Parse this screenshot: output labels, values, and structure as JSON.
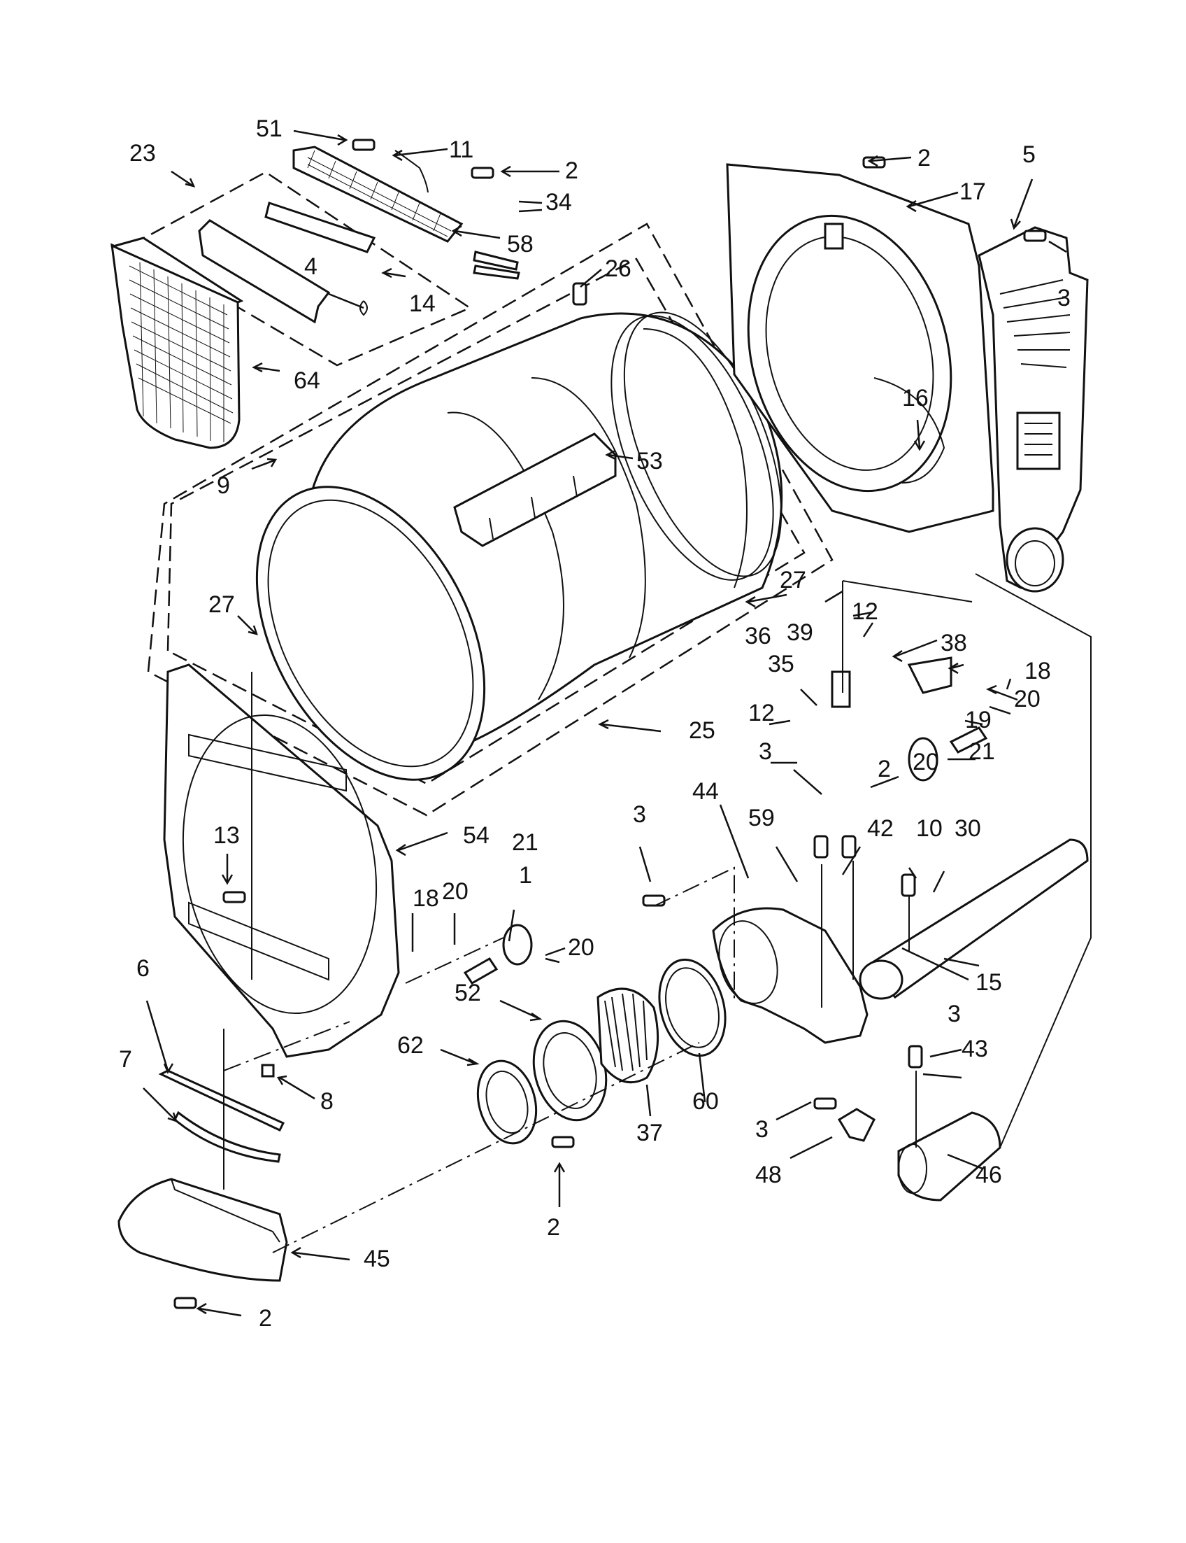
{
  "labels": {
    "l51": "51",
    "l11": "11",
    "l2a": "2",
    "l34": "34",
    "l58": "58",
    "l23": "23",
    "l4": "4",
    "l14": "14",
    "l64": "64",
    "l26": "26",
    "l53": "53",
    "l9": "9",
    "l27a": "27",
    "l27b": "27",
    "l25": "25",
    "l2b": "2",
    "l17": "17",
    "l5": "5",
    "l3a": "3",
    "l16": "16",
    "l12a": "12",
    "l36": "36",
    "l39": "39",
    "l38": "38",
    "l18a": "18",
    "l35": "35",
    "l12b": "12",
    "l20a": "20",
    "l19": "19",
    "l21a": "21",
    "l20b": "20",
    "l3b": "3",
    "l2c": "2",
    "l54": "54",
    "l13": "13",
    "l21b": "21",
    "l18b": "18",
    "l20c": "20",
    "l1": "1",
    "l20d": "20",
    "l3c": "3",
    "l44": "44",
    "l59": "59",
    "l42": "42",
    "l10": "10",
    "l30": "30",
    "l15": "15",
    "l6": "6",
    "l52": "52",
    "l62": "62",
    "l7": "7",
    "l8": "8",
    "l37": "37",
    "l60": "60",
    "l3d": "3",
    "l43": "43",
    "l3e": "3",
    "l48": "48",
    "l46": "46",
    "l2d": "2",
    "l45": "45",
    "l2e": "2"
  },
  "parts": [
    {
      "id": "lint-screen",
      "number": "64"
    },
    {
      "id": "lint-grille",
      "number": "58"
    },
    {
      "id": "drum",
      "number": "25"
    },
    {
      "id": "rear-bulkhead",
      "number": "17"
    },
    {
      "id": "front-bulkhead",
      "number": "54"
    },
    {
      "id": "blower-housing",
      "number": "44"
    },
    {
      "id": "blower-wheel",
      "number": "37"
    },
    {
      "id": "exhaust-duct",
      "number": "15"
    },
    {
      "id": "heater-cone",
      "number": "46"
    },
    {
      "id": "lint-duct",
      "number": "45"
    }
  ]
}
